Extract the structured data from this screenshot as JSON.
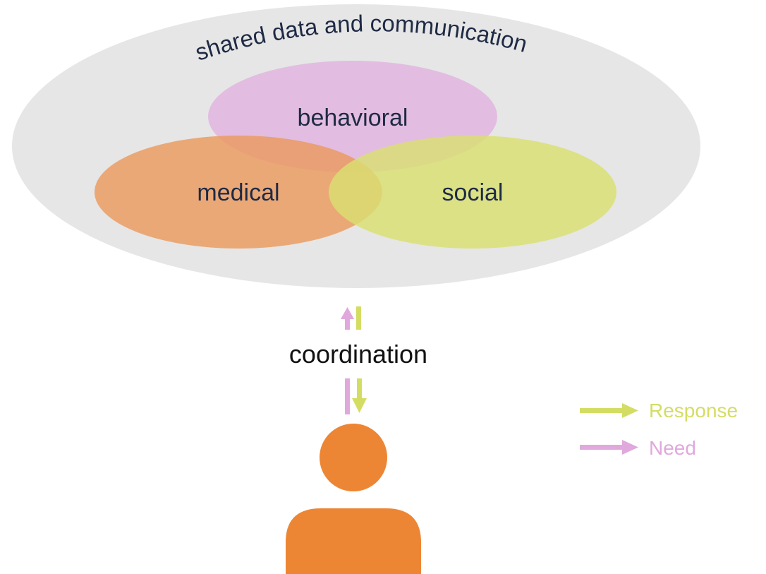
{
  "diagram": {
    "outer": {
      "label": "shared data and communication",
      "color": "#e6e6e6"
    },
    "circles": [
      {
        "key": "behavioral",
        "label": "behavioral",
        "color": "#e1b3df"
      },
      {
        "key": "medical",
        "label": "medical",
        "color": "#ea9a5e"
      },
      {
        "key": "social",
        "label": "social",
        "color": "#d9df70"
      }
    ],
    "coordination": {
      "label": "coordination"
    },
    "person": {
      "color": "#ed8634"
    },
    "legend": [
      {
        "label": "Response",
        "color": "#d4dd63"
      },
      {
        "label": "Need",
        "color": "#e0a8dc"
      }
    ]
  }
}
